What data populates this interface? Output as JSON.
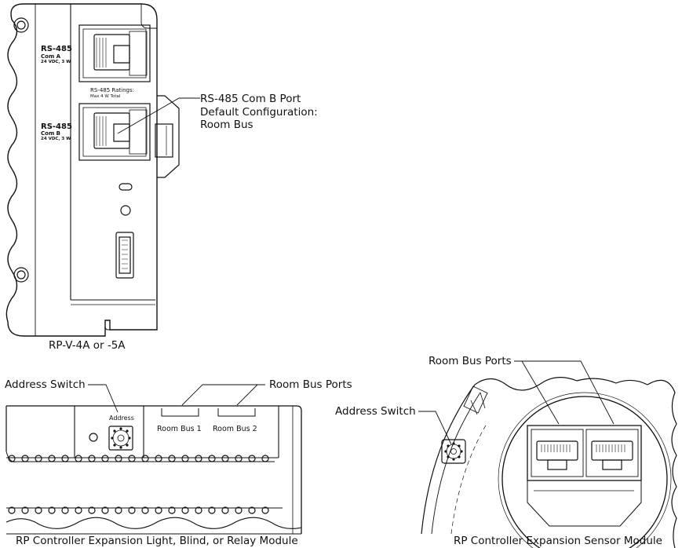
{
  "top_device": {
    "caption": "RP-V-4A or -5A",
    "port_a": {
      "title": "RS-485",
      "sub": "Com A",
      "rating": "24 VDC, 3 W"
    },
    "port_b": {
      "title": "RS-485",
      "sub": "Com B",
      "rating": "24 VDC, 3 W"
    },
    "ratings_title": "RS-485 Ratings:",
    "ratings_value": "Max 4 W Total",
    "callout_lines": [
      "RS-485 Com B Port",
      "Default Configuration:",
      "Room Bus"
    ]
  },
  "bottom_left": {
    "caption": "RP Controller Expansion Light, Blind, or Relay Module",
    "address_switch_callout": "Address Switch",
    "room_bus_ports_callout": "Room Bus Ports",
    "address_label": "Address",
    "room_bus_1": "Room Bus 1",
    "room_bus_2": "Room Bus 2"
  },
  "bottom_right": {
    "caption": "RP Controller Expansion Sensor Module",
    "address_switch_callout": "Address Switch",
    "room_bus_ports_callout": "Room Bus Ports"
  }
}
